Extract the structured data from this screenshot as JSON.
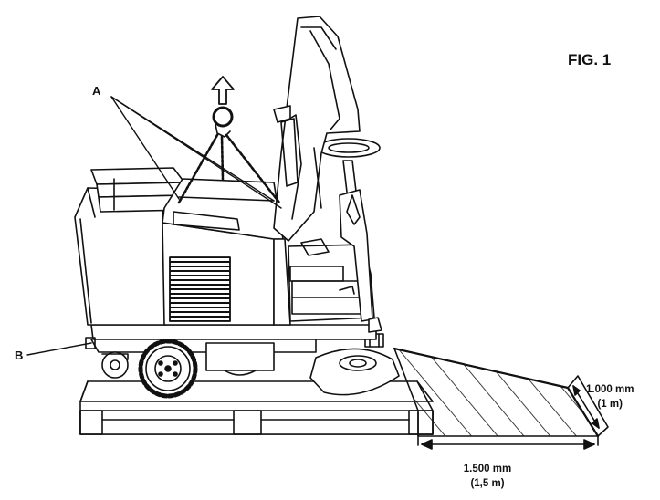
{
  "figure": {
    "title": "FIG. 1",
    "callouts": {
      "a": "A",
      "b": "B"
    },
    "ramp_height": {
      "value": "1.000 mm",
      "alt": "(1 m)"
    },
    "ramp_length": {
      "value": "1.500 mm",
      "alt": "(1,5 m)"
    },
    "colors": {
      "line": "#111111",
      "background": "#ffffff"
    }
  }
}
